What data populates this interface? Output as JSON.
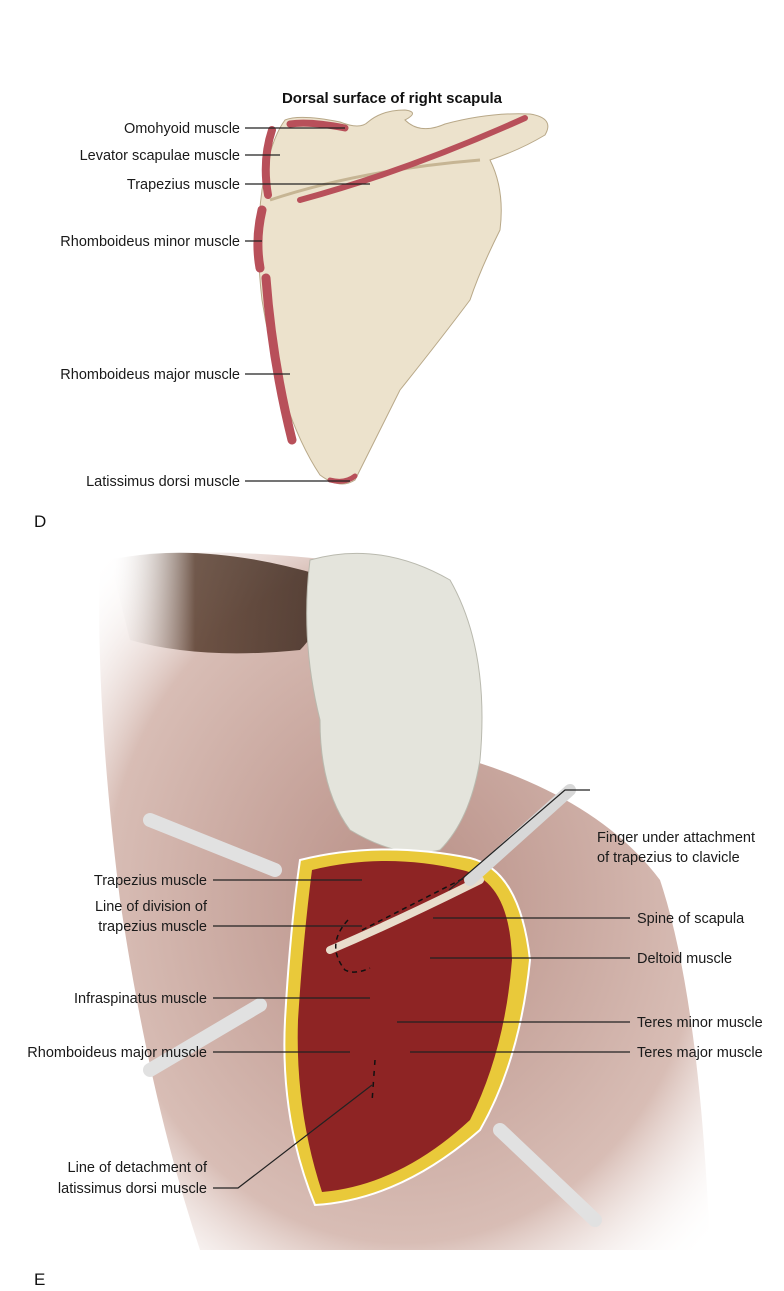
{
  "panel_d": {
    "title": "Dorsal surface of right scapula",
    "letter": "D",
    "labels": {
      "omohyoid": "Omohyoid muscle",
      "levator": "Levator scapulae muscle",
      "trapezius": "Trapezius muscle",
      "rhomboid_minor": "Rhomboideus minor muscle",
      "rhomboid_major": "Rhomboideus major muscle",
      "latissimus": "Latissimus dorsi muscle"
    }
  },
  "panel_e": {
    "letter": "E",
    "labels": {
      "finger_1": "Finger under attachment",
      "finger_2": "of trapezius to clavicle",
      "trapezius": "Trapezius muscle",
      "division_1": "Line of division of",
      "division_2": "trapezius muscle",
      "spine": "Spine of scapula",
      "deltoid": "Deltoid muscle",
      "infraspinatus": "Infraspinatus muscle",
      "teres_minor": "Teres minor muscle",
      "rhomboid_major": "Rhomboideus major muscle",
      "teres_major": "Teres major muscle",
      "detach_1": "Line of detachment of",
      "detach_2": "latissimus dorsi muscle"
    }
  },
  "colors": {
    "bone": "#ece2cc",
    "muscle_attachment": "#b8505a",
    "muscle": "#8e2424",
    "fat": "#e9c93a",
    "skin": "#c9a79c",
    "glove": "#e4e4dc"
  }
}
